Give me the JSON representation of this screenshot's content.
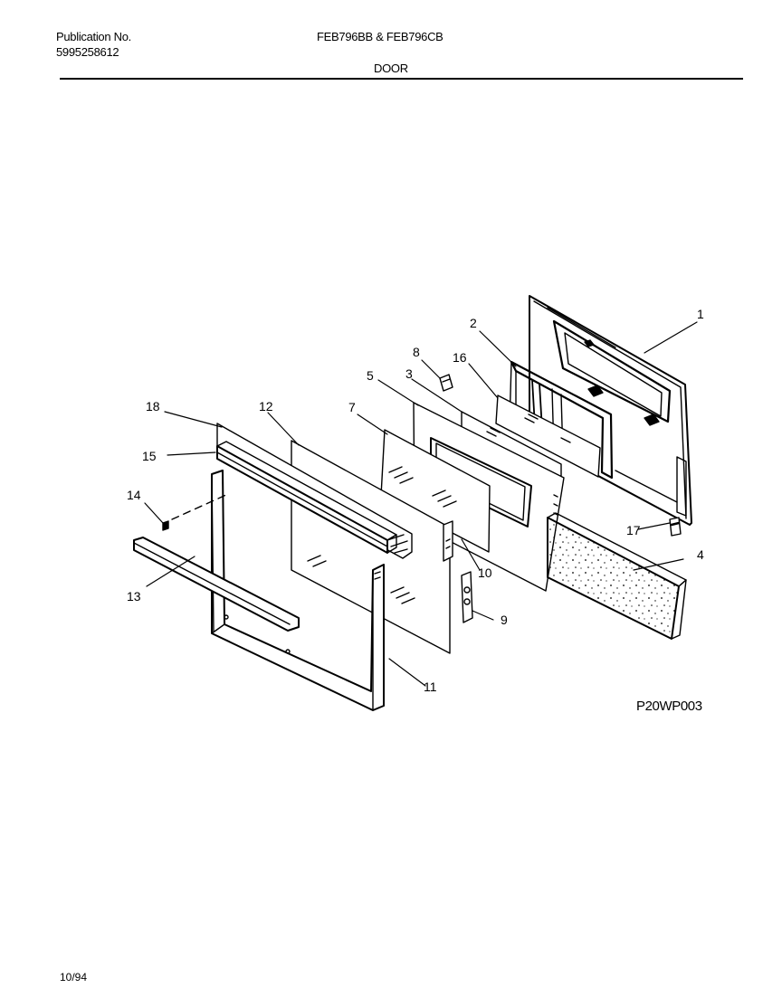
{
  "header": {
    "publication_label": "Publication No.",
    "publication_number": "5995258612",
    "models": "FEB796BB & FEB796CB",
    "section": "DOOR"
  },
  "diagram": {
    "callouts": [
      "1",
      "2",
      "3",
      "4",
      "5",
      "7",
      "8",
      "9",
      "10",
      "11",
      "12",
      "13",
      "14",
      "15",
      "16",
      "17",
      "18"
    ],
    "figure_code": "P20WP003"
  },
  "footer": {
    "date": "10/94"
  }
}
